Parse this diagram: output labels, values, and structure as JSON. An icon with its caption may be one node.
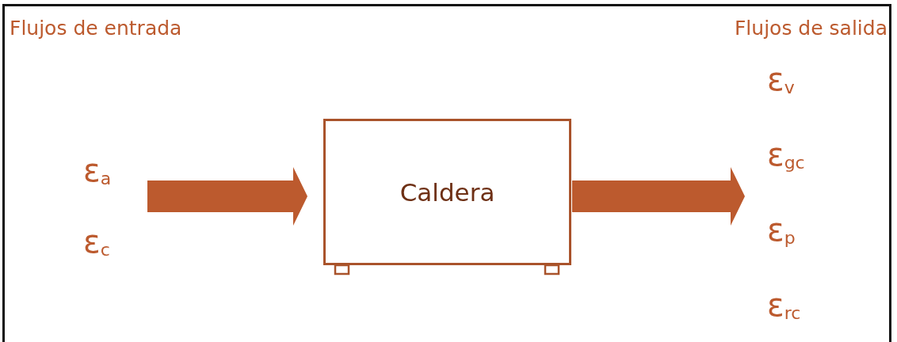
{
  "diagram": {
    "nodes": [
      {
        "text": [
          "ε$_{a}$",
          "ε$_{c}$"
        ]
      },
      {
        "text": [
          "Caldera"
        ]
      },
      {
        "text": [
          "ε$_{v}$",
          "ε$_{gc}$",
          "ε$_{p}$",
          "ε$_{rc}$"
        ]
      }
    ],
    "edges": [
      {
        "from": 0,
        "to": 1,
        "arrow": "to",
        "style": "thick"
      },
      {
        "from": 1,
        "to": 2,
        "arrow": "to",
        "style": "thick"
      }
    ],
    "labels": [
      "Flujos de entrada",
      "Flujos de salida"
    ]
  }
}
